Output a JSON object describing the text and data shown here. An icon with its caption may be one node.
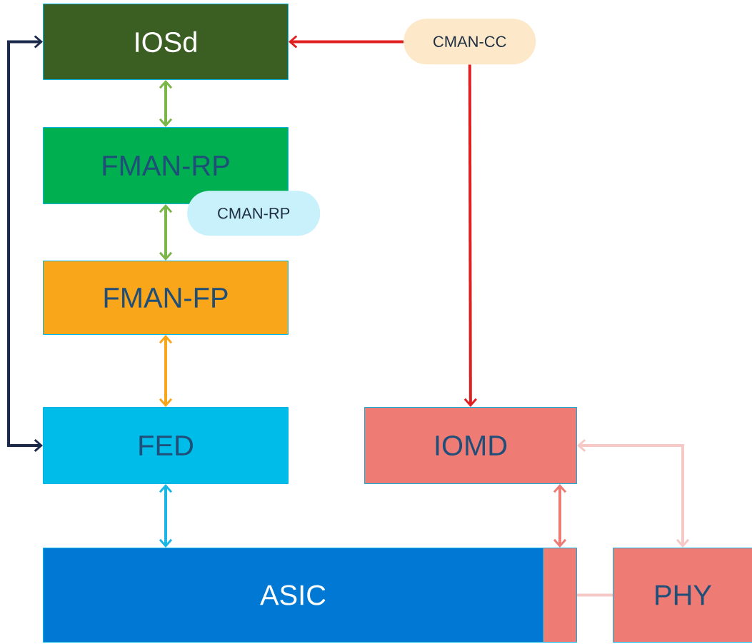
{
  "diagram": {
    "nodes": [
      {
        "text": [
          "IOSd"
        ]
      },
      {
        "text": [
          "FMAN-RP"
        ]
      },
      {
        "text": [
          "CMAN-RP"
        ]
      },
      {
        "text": [
          "FMAN-FP"
        ]
      },
      {
        "text": [
          "FED"
        ]
      },
      {
        "text": [
          "IOMD"
        ]
      },
      {
        "text": [
          "ASIC"
        ]
      },
      {
        "text": [],
        "shape": "box"
      },
      {
        "text": [
          "PHY"
        ]
      },
      {
        "text": [
          "CMAN-CC"
        ]
      }
    ],
    "edges": [
      {
        "from": 0,
        "to": 1,
        "arrow": "both",
        "color": "#7ab648"
      },
      {
        "from": 1,
        "to": 3,
        "arrow": "both",
        "color": "#7ab648"
      },
      {
        "from": 3,
        "to": 4,
        "arrow": "both",
        "color": "#f9a61a"
      },
      {
        "from": 4,
        "to": 6,
        "arrow": "both",
        "color": "#1ab7e6"
      },
      {
        "from": 5,
        "to": 7,
        "arrow": "both",
        "color": "#ef7b75"
      },
      {
        "from": 9,
        "to": 0,
        "arrow": "to",
        "color": "#e02020"
      },
      {
        "from": 9,
        "to": 5,
        "arrow": "to",
        "color": "#e02020"
      },
      {
        "from": 0,
        "to": 4,
        "arrow": "both",
        "color": "#1b2a4a"
      },
      {
        "from": 5,
        "to": 8,
        "arrow": "both",
        "color": "#f6c9c6"
      },
      {
        "from": 7,
        "to": 8,
        "arrow": "none",
        "color": "#f6c9c6"
      }
    ]
  }
}
